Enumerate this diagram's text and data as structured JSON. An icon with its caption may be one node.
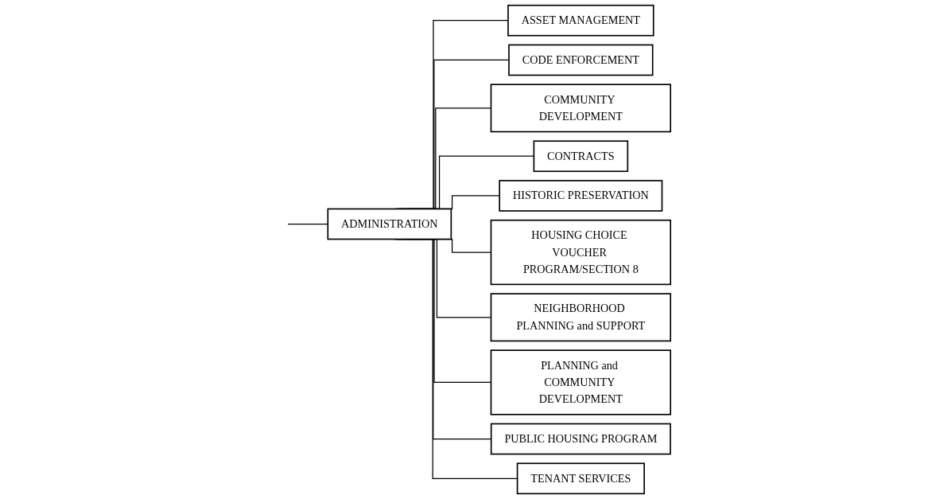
{
  "diagram": {
    "nodes": [
      {
        "text": [
          "ADMINISTRATION"
        ]
      },
      {
        "text": [
          "ASSET MANAGEMENT"
        ]
      },
      {
        "text": [
          "CODE ENFORCEMENT"
        ]
      },
      {
        "text": [
          "COMMUNITY DEVELOPMENT"
        ]
      },
      {
        "text": [
          "CONTRACTS"
        ]
      },
      {
        "text": [
          "HISTORIC PRESERVATION"
        ]
      },
      {
        "text": [
          "HOUSING CHOICE VOUCHER PROGRAM/SECTION 8"
        ]
      },
      {
        "text": [
          "NEIGHBORHOOD PLANNING and SUPPORT"
        ]
      },
      {
        "text": [
          "PLANNING and COMMUNITY DEVELOPMENT"
        ]
      },
      {
        "text": [
          "PUBLIC HOUSING PROGRAM"
        ]
      },
      {
        "text": [
          "TENANT SERVICES"
        ]
      }
    ],
    "edges": [
      {
        "from": null,
        "to": 0,
        "arrow": "none"
      },
      {
        "from": 0,
        "to": 1,
        "arrow": "none"
      },
      {
        "from": 0,
        "to": 2,
        "arrow": "none"
      },
      {
        "from": 0,
        "to": 3,
        "arrow": "none"
      },
      {
        "from": 0,
        "to": 4,
        "arrow": "none"
      },
      {
        "from": 0,
        "to": 5,
        "arrow": "none"
      },
      {
        "from": 0,
        "to": 6,
        "arrow": "none"
      },
      {
        "from": 0,
        "to": 7,
        "arrow": "none"
      },
      {
        "from": 0,
        "to": 8,
        "arrow": "none"
      },
      {
        "from": 0,
        "to": 9,
        "arrow": "none"
      },
      {
        "from": 0,
        "to": 10,
        "arrow": "none"
      }
    ]
  }
}
